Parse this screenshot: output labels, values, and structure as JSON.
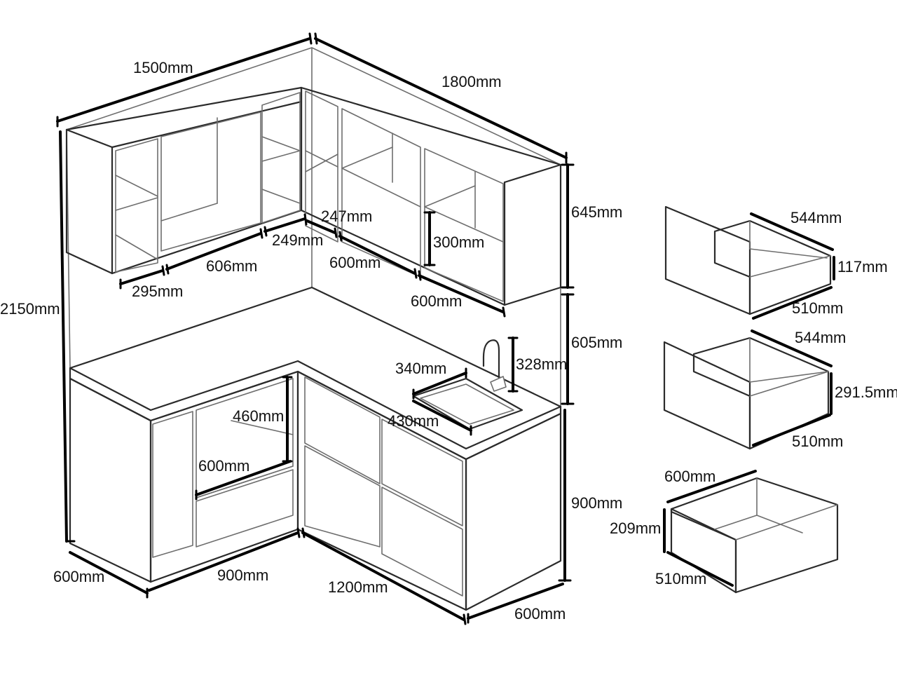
{
  "colors": {
    "line": "#2b2b2b",
    "dimension": "#000000",
    "background": "#ffffff"
  },
  "kitchen": {
    "overall": {
      "width_left": "1500mm",
      "width_right": "1800mm",
      "height": "2150mm"
    },
    "wall_cabinets": {
      "height": "645mm",
      "shelf_depth": "247mm",
      "niche_height": "300mm",
      "widths": [
        "295mm",
        "606mm",
        "249mm",
        "600mm",
        "600mm"
      ]
    },
    "backsplash_height": "605mm",
    "base_cabinets": {
      "height": "900mm",
      "depth_left": "600mm",
      "width_left": "900mm",
      "width_right": "1200mm",
      "depth_right": "600mm",
      "oven_niche_height": "460mm",
      "oven_niche_width": "600mm"
    },
    "sink": {
      "width": "340mm",
      "length": "430mm",
      "faucet_height": "328mm"
    }
  },
  "drawers": [
    {
      "width": "544mm",
      "height": "117mm",
      "depth": "510mm"
    },
    {
      "width": "544mm",
      "height": "291.5mm",
      "depth": "510mm"
    },
    {
      "width": "600mm",
      "height": "209mm",
      "depth": "510mm"
    }
  ]
}
